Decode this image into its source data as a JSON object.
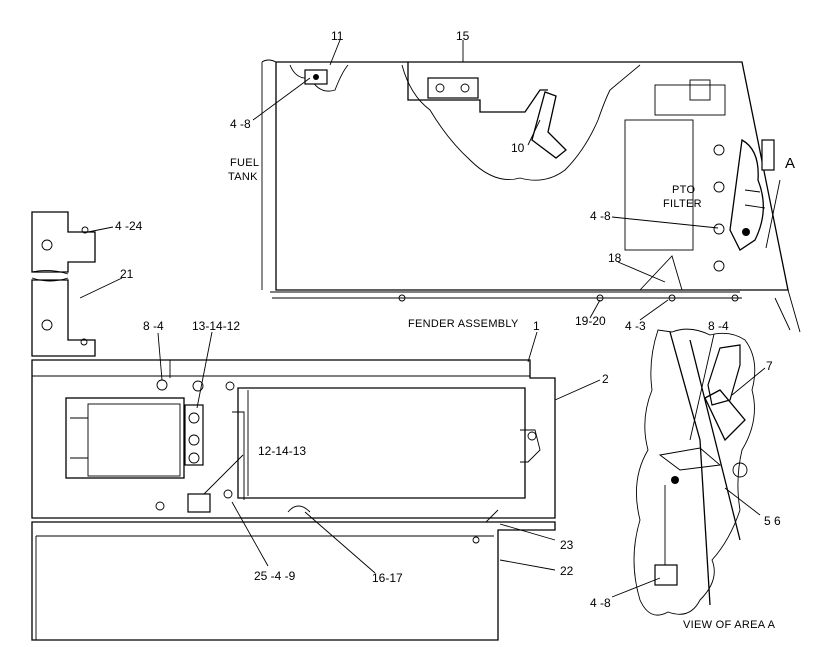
{
  "labels": {
    "fuel_tank": [
      "FUEL",
      "TANK"
    ],
    "pto_filter": [
      "PTO",
      "FILTER"
    ],
    "fender_assembly": "FENDER ASSEMBLY",
    "view_of_area_a": "VIEW OF AREA A",
    "area_a": "A"
  },
  "callouts": {
    "c11": "11",
    "c15": "15",
    "c4_8_top": "4 -8",
    "c10": "10",
    "c4_8_pto": "4 -8",
    "c18": "18",
    "c4_24": "4 -24",
    "c21": "21",
    "c8_4_left": "8 -4",
    "c13_14_12": "13-14-12",
    "c19_20": "19-20",
    "c4_3": "4 -3",
    "c1": "1",
    "c2": "2",
    "c12_14_13": "12-14-13",
    "c23": "23",
    "c22": "22",
    "c25_4_9": "25 -4 -9",
    "c16_17": "16-17",
    "c8_4_view": "8 -4",
    "c7": "7",
    "c5_6": "5 6",
    "c4_8_view": "4 -8"
  }
}
